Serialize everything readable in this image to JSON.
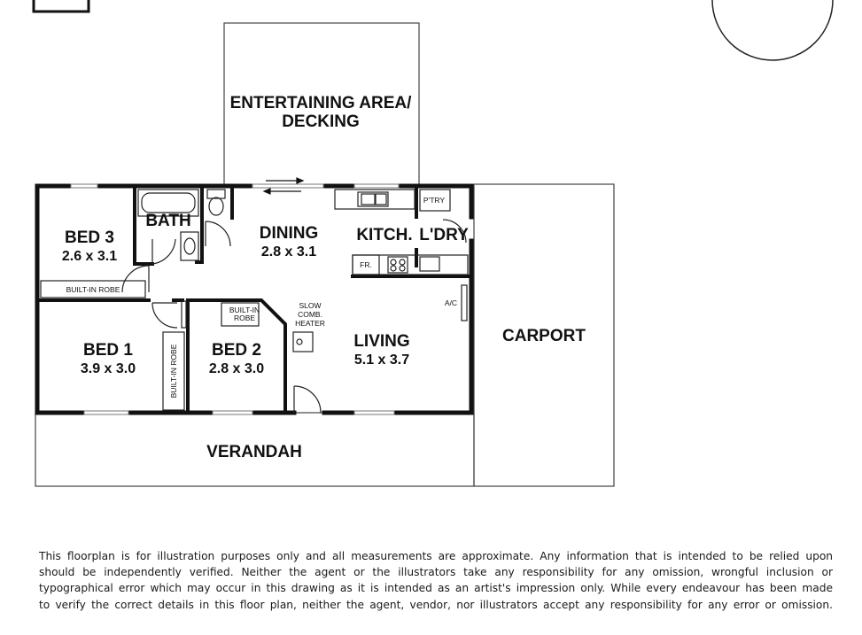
{
  "rooms": {
    "entertaining": {
      "line1": "ENTERTAINING AREA/",
      "line2": "DECKING"
    },
    "bath": {
      "name": "BATH"
    },
    "bed3": {
      "name": "BED 3",
      "dims": "2.6 x 3.1"
    },
    "dining": {
      "name": "DINING",
      "dims": "2.8 x 3.1"
    },
    "kitchen": {
      "name": "KITCH."
    },
    "laundry": {
      "name": "L'DRY"
    },
    "bed1": {
      "name": "BED 1",
      "dims": "3.9 x 3.0"
    },
    "bed2": {
      "name": "BED 2",
      "dims": "2.8 x 3.0"
    },
    "living": {
      "name": "LIVING",
      "dims": "5.1 x 3.7"
    },
    "carport": {
      "name": "CARPORT"
    },
    "verandah": {
      "name": "VERANDAH"
    }
  },
  "fixtures": {
    "pantry": "P'TRY",
    "fridge": "FR.",
    "aircon": "A/C",
    "robe_bed3": "BUILT-IN ROBE",
    "robe_bed1": "BUILT-IN ROBE",
    "robe_bed2_line1": "BUILT-IN",
    "robe_bed2_line2": "ROBE",
    "heater_line1": "SLOW",
    "heater_line2": "COMB.",
    "heater_line3": "HEATER"
  },
  "disclaimer": {
    "line1": "This floorplan is for illustration purposes only and all measurements are approximate. Any information that is intended to be relied upon",
    "line2": "should be independently verified. Neither the agent or the illustrators take any responsibility for any omission, wrongful inclusion or",
    "line3": "typographical error which may occur in this drawing as it is intended as an artist's impression only. While every endeavour has been made",
    "line4": "to verify the correct details in this floor plan, neither the agent, vendor, nor illustrators accept any responsibility for any error or omission."
  }
}
